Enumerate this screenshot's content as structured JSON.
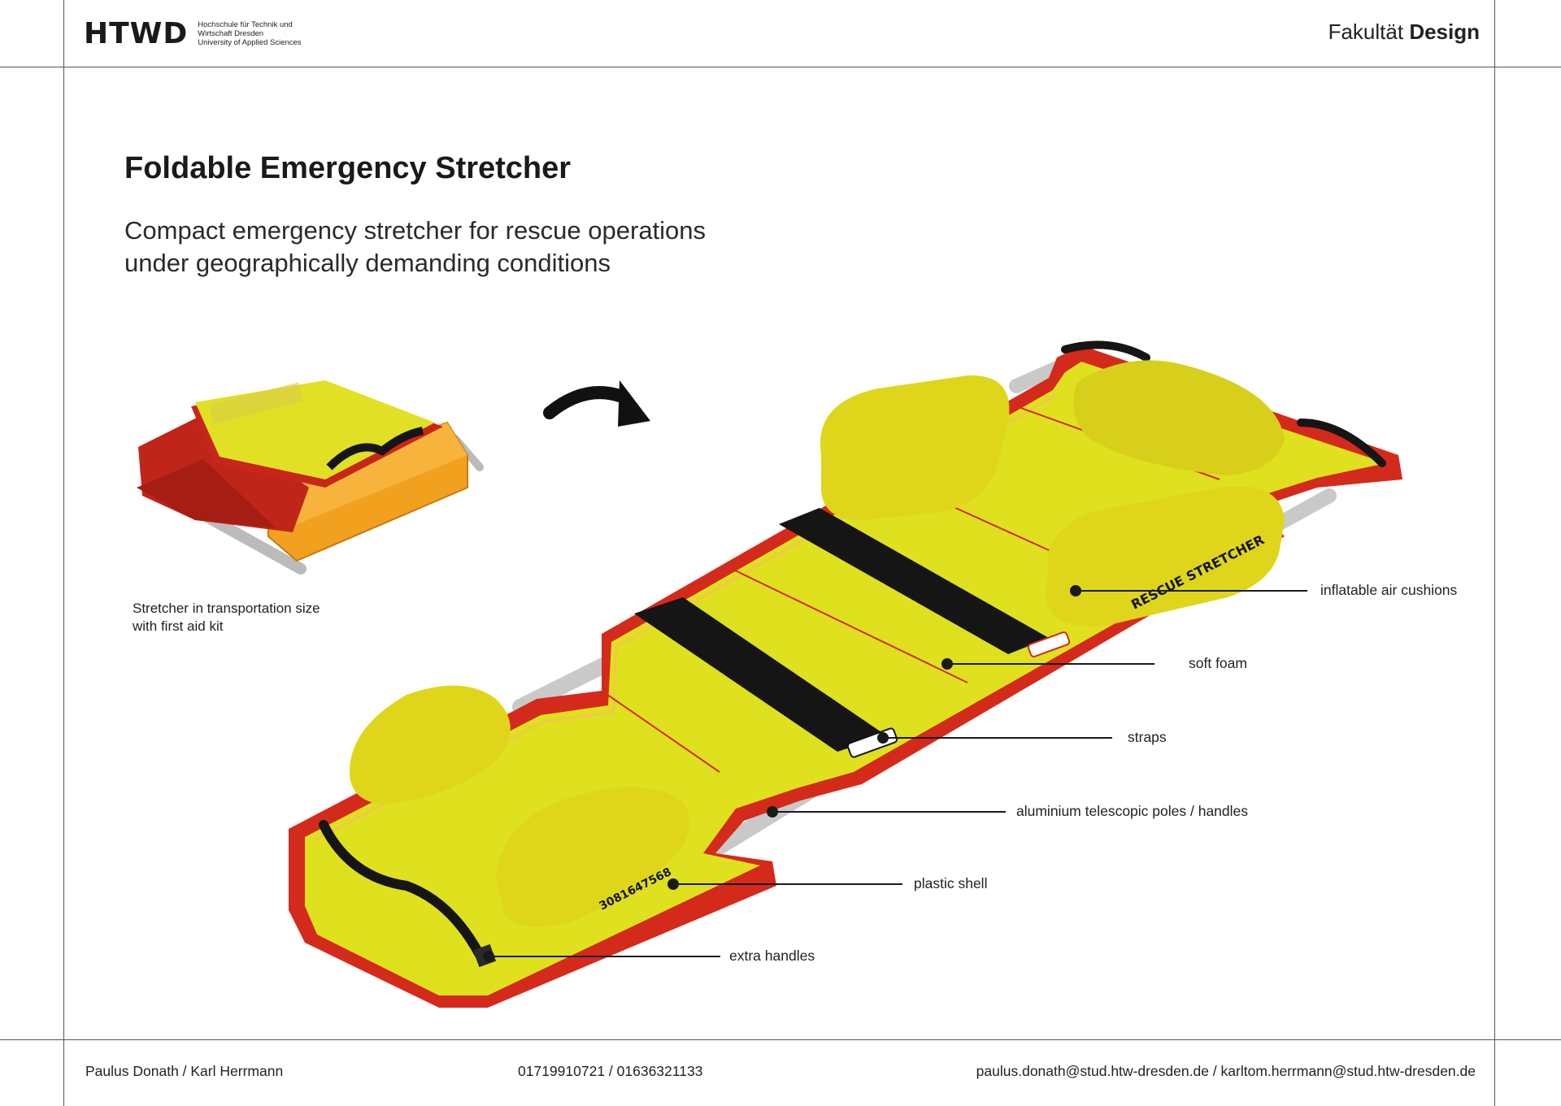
{
  "header": {
    "logo_mark": "HTWD",
    "logo_lines": [
      "Hochschule für Technik und",
      "Wirtschaft Dresden",
      "University of Applied Sciences"
    ],
    "faculty_prefix": "Fakultät",
    "faculty_name": "Design"
  },
  "main": {
    "title": "Foldable Emergency Stretcher",
    "subtitle_line1": "Compact emergency stretcher for rescue operations",
    "subtitle_line2": "under geographically demanding conditions",
    "caption_line1": "Stretcher in transportation size",
    "caption_line2": "with first aid kit",
    "stretcher_print_top": "RESCUE STRETCHER",
    "stretcher_print_bottom": "3081647568",
    "labels": {
      "air_cushions": "inflatable air cushions",
      "soft_foam": "soft foam",
      "straps": "straps",
      "poles": "aluminium telescopic poles / handles",
      "shell": "plastic shell",
      "extra_handles": "extra handles"
    }
  },
  "footer": {
    "names": "Paulus Donath / Karl Herrmann",
    "phones": "01719910721 / 01636321133",
    "emails": "paulus.donath@stud.htw-dresden.de / karltom.herrmann@stud.htw-dresden.de"
  },
  "colors": {
    "yellow": "#dfe01e",
    "red": "#d42a1c",
    "orange": "#f3a020",
    "strap": "#151515",
    "aluminium": "#c9c9c9"
  }
}
